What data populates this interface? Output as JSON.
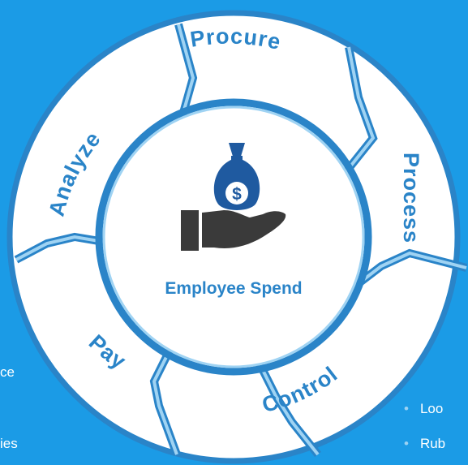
{
  "colors": {
    "background": "#1b9be6",
    "ring_outline": "#2a84c8",
    "segment_fill": "#ffffff",
    "segment_border": "#2a84c8",
    "segment_inner_line": "#9fd3f3",
    "label_color": "#2a84c8",
    "center_text": "#2a84c8",
    "icon_dark": "#3a3a3a",
    "icon_blue": "#1f5aa0"
  },
  "center": {
    "label": "Employee Spend",
    "icon": "money-bag-hand-icon"
  },
  "segments": [
    {
      "label": "Procure"
    },
    {
      "label": "Process"
    },
    {
      "label": "Control"
    },
    {
      "label": "Pay"
    },
    {
      "label": "Analyze"
    }
  ],
  "left_list": [
    {
      "text": "ce"
    },
    {
      "text": "ies"
    }
  ],
  "right_list": [
    {
      "text": "Loo"
    },
    {
      "text": "Rub"
    }
  ]
}
